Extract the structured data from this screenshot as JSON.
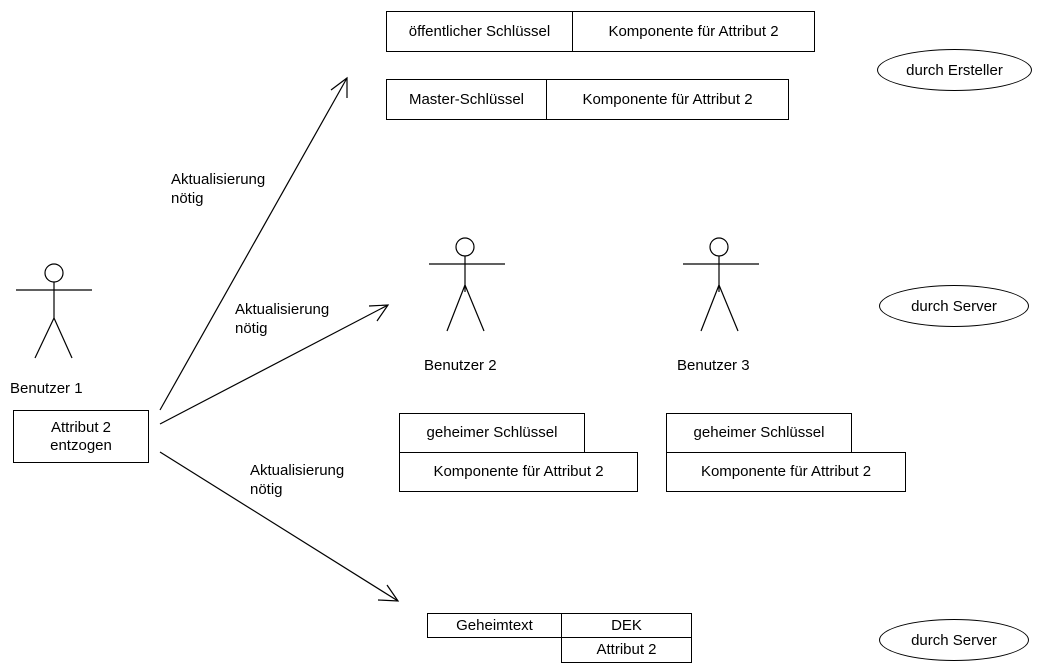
{
  "top_keys": {
    "public_key": "öffentlicher Schlüssel",
    "public_component": "Komponente für Attribut 2",
    "master_key": "Master-Schlüssel",
    "master_component": "Komponente für Attribut 2"
  },
  "users": {
    "user1": {
      "name": "Benutzer 1",
      "revoked_line1": "Attribut 2",
      "revoked_line2": "entzogen"
    },
    "user2": {
      "name": "Benutzer 2",
      "secret_key": "geheimer Schlüssel",
      "component": "Komponente für Attribut 2"
    },
    "user3": {
      "name": "Benutzer 3",
      "secret_key": "geheimer Schlüssel",
      "component": "Komponente für Attribut 2"
    }
  },
  "ciphertext": {
    "label": "Geheimtext",
    "dek": "DEK",
    "attribute": "Attribut 2"
  },
  "arrows": {
    "to_keys": {
      "line1": "Aktualisierung",
      "line2": "nötig"
    },
    "to_users": {
      "line1": "Aktualisierung",
      "line2": "nötig"
    },
    "to_ciphertext": {
      "line1": "Aktualisierung",
      "line2": "nötig"
    }
  },
  "ellipses": {
    "creator": "durch Ersteller",
    "server1": "durch Server",
    "server2": "durch Server"
  }
}
